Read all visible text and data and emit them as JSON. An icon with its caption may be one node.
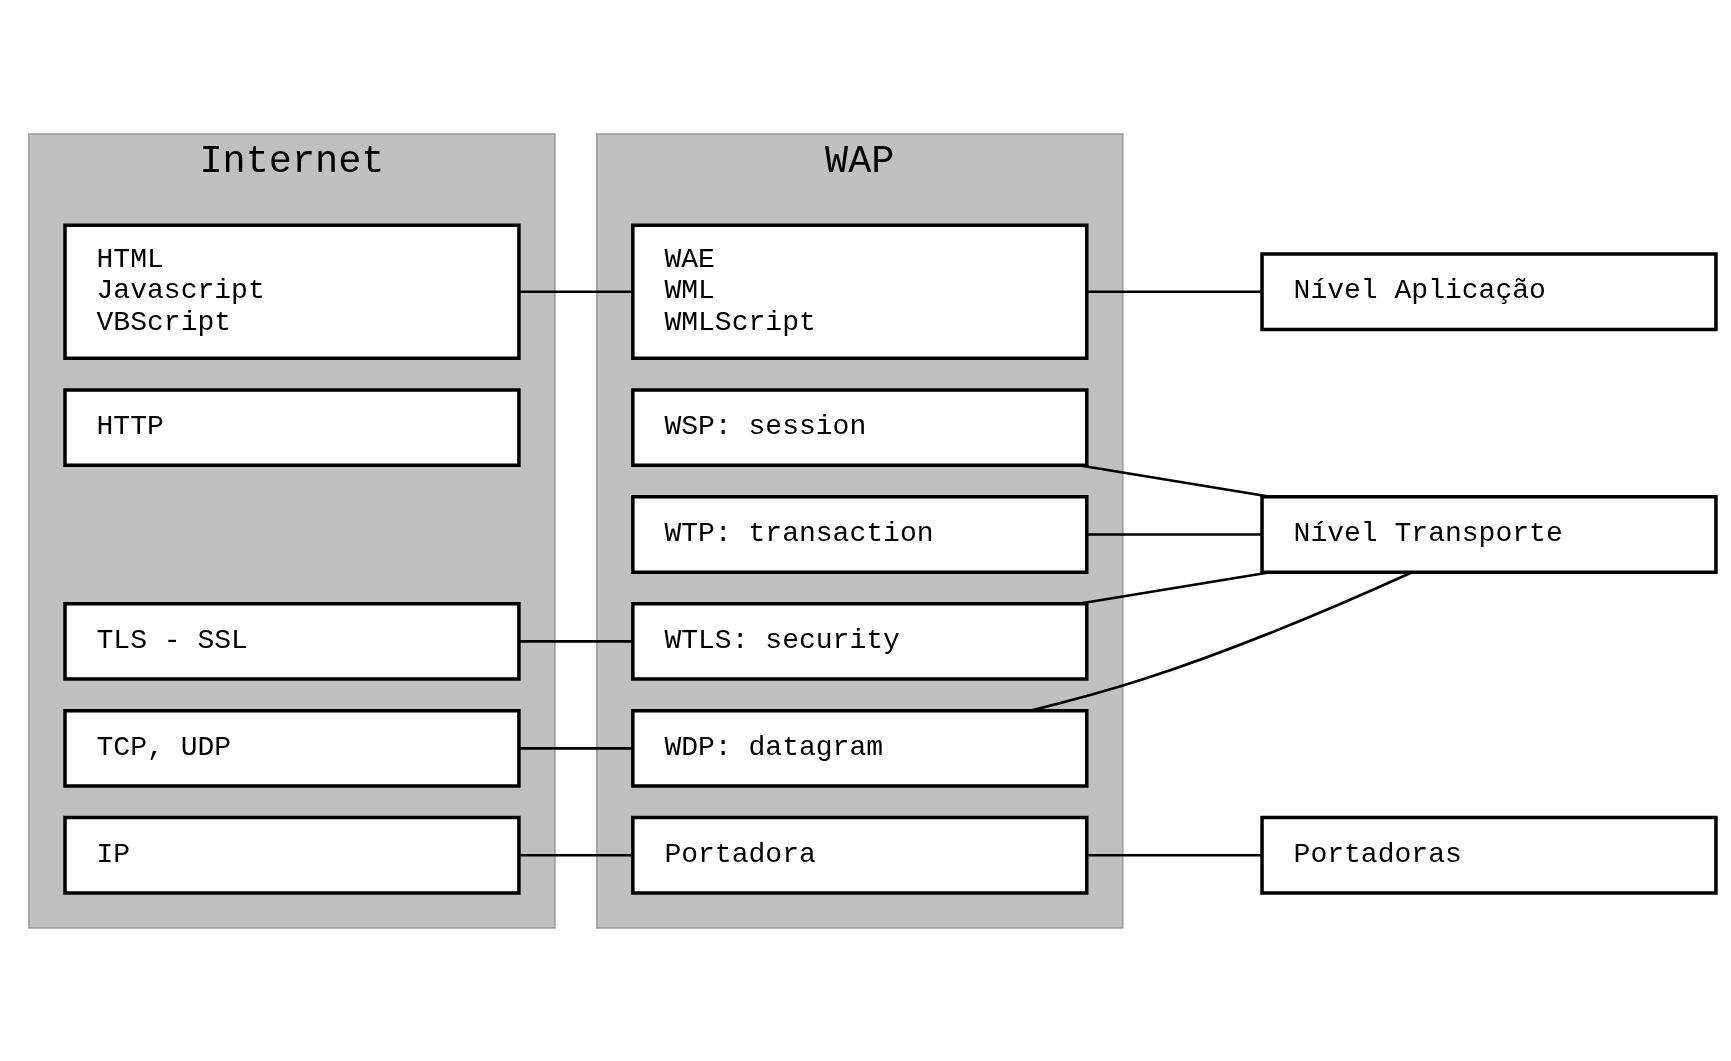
{
  "diagram": {
    "nodes": [
      {
        "text": [
          "Internet"
        ]
      },
      {
        "text": [
          "HTML",
          "Javascript",
          "VBScript"
        ],
        "in": 0
      },
      {
        "text": [
          "HTTP"
        ],
        "in": 0
      },
      {
        "text": [
          "TLS - SSL"
        ],
        "in": 0
      },
      {
        "text": [
          "TCP, UDP"
        ],
        "in": 0
      },
      {
        "text": [
          "IP"
        ],
        "in": 0
      },
      {
        "text": [
          "WAP"
        ]
      },
      {
        "text": [
          "WAE",
          "WML",
          "WMLScript"
        ],
        "in": 6
      },
      {
        "text": [
          "WSP: session"
        ],
        "in": 6
      },
      {
        "text": [
          "WTP: transaction"
        ],
        "in": 6
      },
      {
        "text": [
          "WTLS: security"
        ],
        "in": 6
      },
      {
        "text": [
          "WDP: datagram"
        ],
        "in": 6
      },
      {
        "text": [
          "Portadora"
        ],
        "in": 6
      },
      {
        "text": [
          "Nível Aplicação"
        ]
      },
      {
        "text": [
          "Nível Transporte"
        ]
      },
      {
        "text": [
          "Portadoras"
        ]
      }
    ],
    "edges": [
      {
        "from": 1,
        "to": 7,
        "arrow": "none"
      },
      {
        "from": 3,
        "to": 10,
        "arrow": "none"
      },
      {
        "from": 4,
        "to": 11,
        "arrow": "none"
      },
      {
        "from": 5,
        "to": 12,
        "arrow": "none"
      },
      {
        "from": 7,
        "to": 13,
        "arrow": "none"
      },
      {
        "from": 8,
        "to": 14,
        "arrow": "none"
      },
      {
        "from": 9,
        "to": 14,
        "arrow": "none"
      },
      {
        "from": 10,
        "to": 14,
        "arrow": "none"
      },
      {
        "from": 11,
        "to": 14,
        "arrow": "none"
      },
      {
        "from": 12,
        "to": 15,
        "arrow": "none"
      }
    ]
  }
}
